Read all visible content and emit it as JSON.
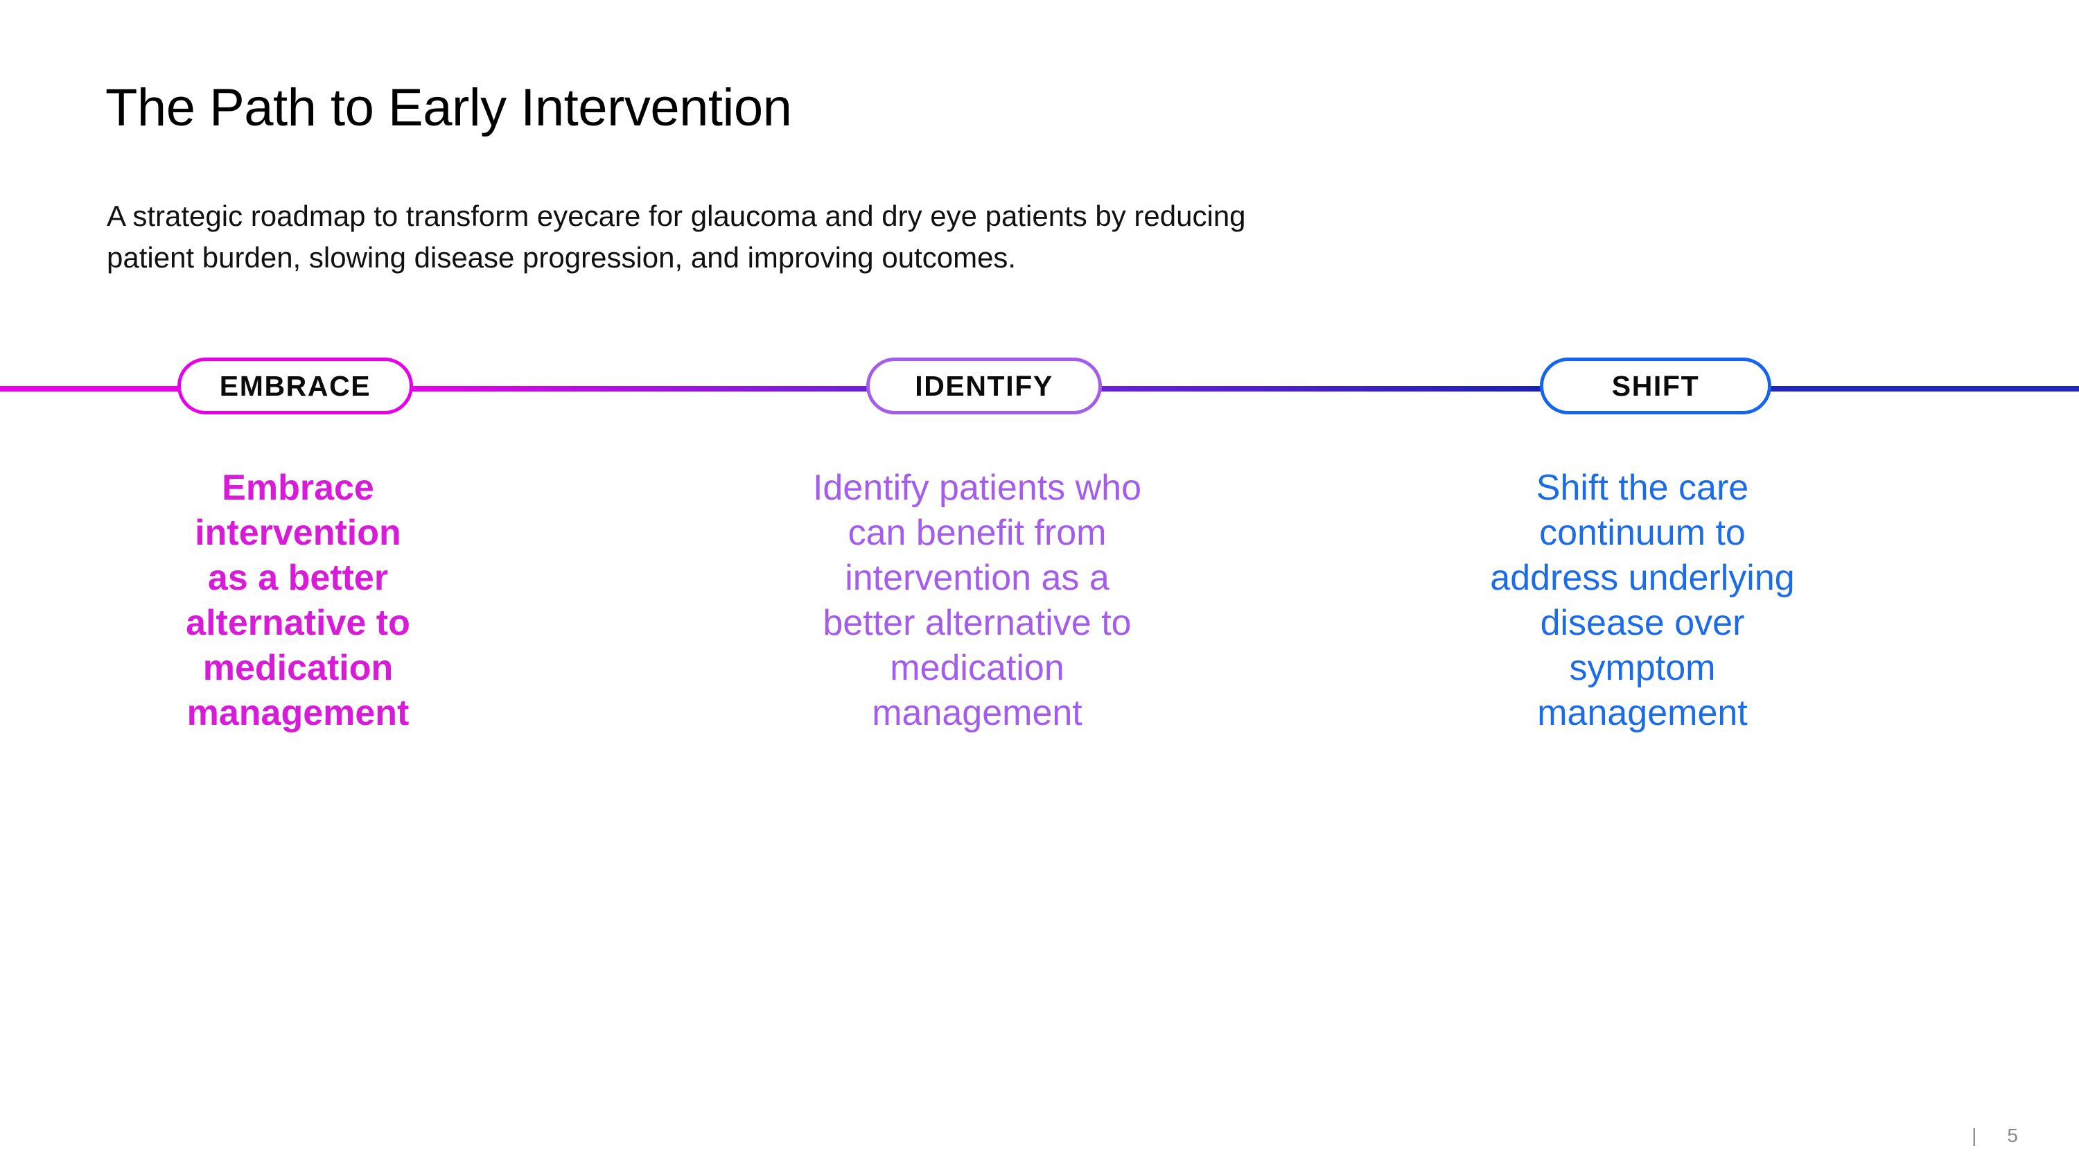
{
  "slide": {
    "title": "The Path to Early Intervention",
    "subtitle_lines": [
      "A strategic roadmap to transform eyecare for glaucoma and dry eye patients by reducing",
      "patient burden, slowing disease progression, and improving outcomes."
    ]
  },
  "timeline": {
    "segments": [
      {
        "name": "start",
        "from_color": "#E800E8",
        "to_color": "#E800E8"
      },
      {
        "name": "embrace-to-identify",
        "from_color": "#E800E8",
        "to_color": "#6A20D8"
      },
      {
        "name": "identify-to-shift",
        "from_color": "#6A20D8",
        "to_color": "#1B20B4"
      },
      {
        "name": "end",
        "from_color": "#2026BE",
        "to_color": "#2026BE"
      }
    ],
    "stages": [
      {
        "key": "embrace",
        "pill_label": "EMBRACE",
        "pill_border_color": "#E800E8",
        "body_color": "#D81BD8",
        "body": "Embrace\nintervention\nas a better\nalternative to\nmedication\nmanagement"
      },
      {
        "key": "identify",
        "pill_label": "IDENTIFY",
        "pill_border_color": "#A35CEC",
        "body_color": "#A35CEC",
        "body": "Identify patients who\ncan benefit from\nintervention as a\nbetter alternative to\nmedication\nmanagement"
      },
      {
        "key": "shift",
        "pill_label": "SHIFT",
        "pill_border_color": "#1565F0",
        "body_color": "#1C6BE8",
        "body": "Shift the care\ncontinuum to\naddress underlying\ndisease over\nsymptom\nmanagement"
      }
    ]
  },
  "footer": {
    "separator": "|",
    "page_number": "5"
  }
}
